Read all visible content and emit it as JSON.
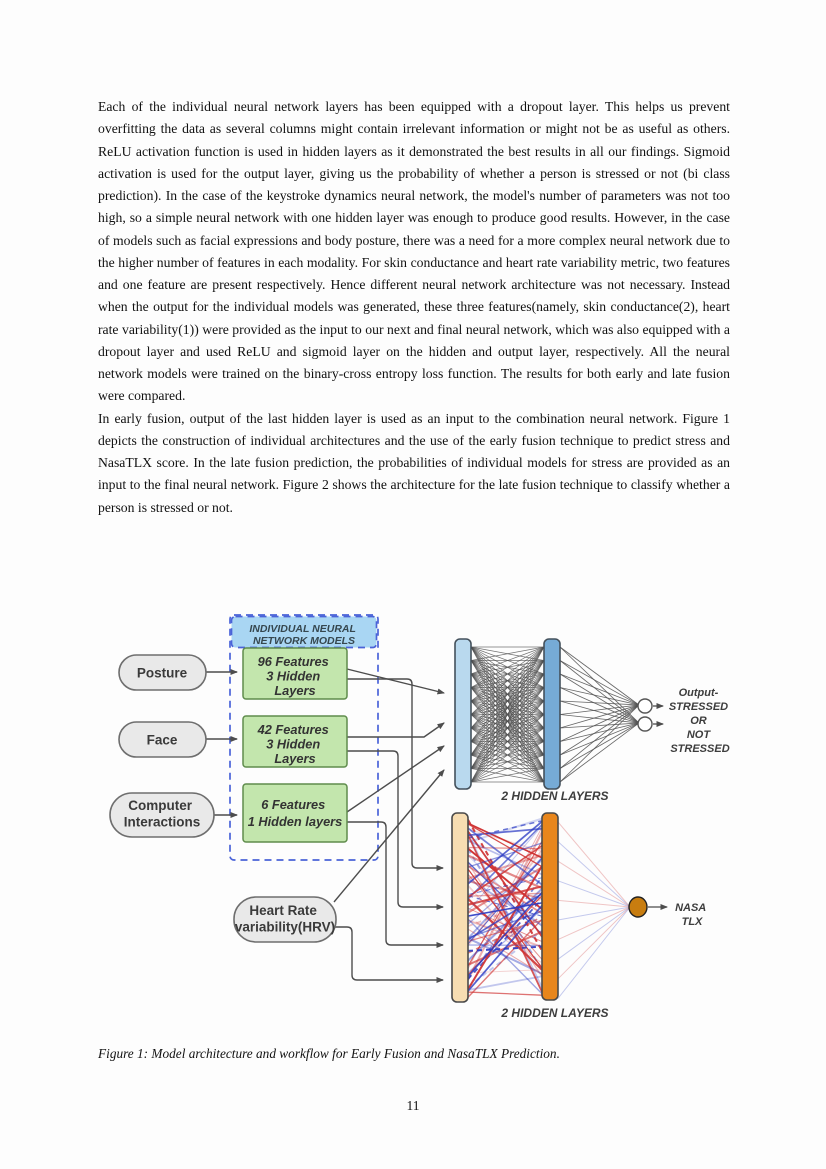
{
  "document": {
    "paragraphs": [
      "Each of the individual neural network layers has been equipped with a dropout layer. This helps us prevent overfitting the data as several columns might contain irrelevant information or might not be as useful as others. ReLU activation function is used in hidden layers as it demonstrated the best results in all our findings. Sigmoid activation is used for the output layer, giving us the probability of whether a person is stressed or not (bi class prediction). In the case of the keystroke dynamics neural network, the model's number of parameters was not too high, so a simple neural network with one hidden layer was enough to produce good results. However, in the case of models such as facial expressions and body posture, there was a need for a more complex neural network due to the higher number of features in each modality. For skin conductance and heart rate variability metric, two features and one feature are present respectively. Hence different neural network architecture was not necessary. Instead when the output for the individual models was generated, these three features(namely, skin conductance(2), heart rate variability(1)) were provided as the input to our next and final neural network, which was also equipped with a dropout layer and used ReLU and sigmoid layer on the hidden and output layer, respectively. All the neural network models were trained on the binary-cross entropy loss function. The results for both early and late fusion were compared.",
      "In early fusion, output of the last hidden layer is used as an input to the combination neural network. Figure 1 depicts the construction of individual architectures and the use of the early fusion technique to predict stress and NasaTLX score. In the late fusion prediction, the probabilities of individual models for stress are provided as an input to the final neural network. Figure 2 shows the architecture for the late fusion technique to classify whether a person is stressed or not."
    ],
    "caption": "Figure 1: Model architecture and workflow for Early Fusion and NasaTLX Prediction.",
    "page_number": "11"
  },
  "figure": {
    "group_box": {
      "title_line1": "INDIVIDUAL NEURAL",
      "title_line2": "NETWORK MODELS",
      "border_color": "#4a63d8",
      "header_fill": "#a9d6f3"
    },
    "input_pills": {
      "posture": {
        "label": "Posture"
      },
      "face": {
        "label": "Face"
      },
      "computer": {
        "line1": "Computer",
        "line2": "Interactions"
      },
      "hrv": {
        "line1": "Heart Rate",
        "line2": "variability(HRV)"
      }
    },
    "model_boxes": [
      {
        "line1": "96 Features",
        "line2": "3 Hidden",
        "line3": "Layers"
      },
      {
        "line1": "42 Features",
        "line2": "3 Hidden",
        "line3": "Layers"
      },
      {
        "line1": "6 Features",
        "line2": "1 Hidden layers"
      }
    ],
    "stress_network": {
      "hidden_label": "2 HIDDEN LAYERS",
      "output_line1": "Output-",
      "output_line2": "STRESSED",
      "output_line3": "OR",
      "output_line4": "NOT",
      "output_line5": "STRESSED",
      "layer1_fill": "#b9d9ee",
      "layer2_fill": "#76abd6"
    },
    "nasa_network": {
      "hidden_label": "2 HIDDEN LAYERS",
      "output_line1": "NASA",
      "output_line2": "TLX",
      "layer1_fill": "#f7ddb2",
      "layer2_fill": "#e8861c",
      "output_node_fill": "#c87d10"
    },
    "colors": {
      "pill_fill": "#e9e9e9",
      "pill_border": "#6e6e6e",
      "model_fill": "#c3e6ad",
      "model_border": "#5f8c4c",
      "connector": "#4d4d4d",
      "mesh_red": "#d03434",
      "mesh_blue": "#2b3bc4"
    }
  }
}
